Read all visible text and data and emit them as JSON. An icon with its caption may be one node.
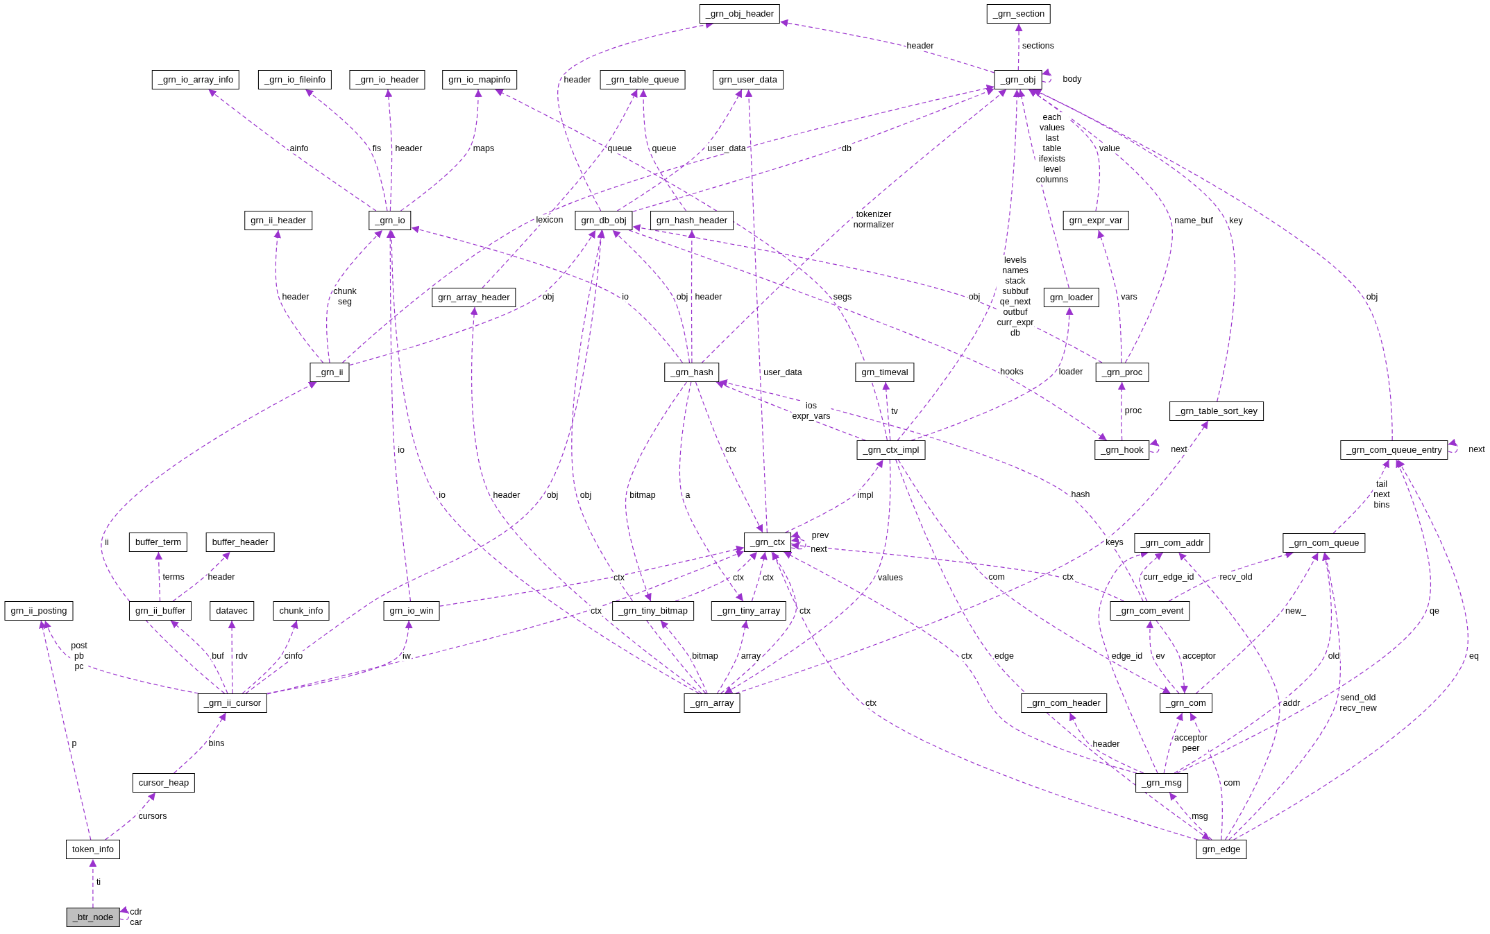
{
  "diagram": {
    "nodes": [
      {
        "text": [
          "_grn_obj_header"
        ]
      },
      {
        "text": [
          "_grn_section"
        ]
      },
      {
        "text": [
          "_grn_io_array_info"
        ]
      },
      {
        "text": [
          "_grn_io_fileinfo"
        ]
      },
      {
        "text": [
          "_grn_io_header"
        ]
      },
      {
        "text": [
          "grn_io_mapinfo"
        ]
      },
      {
        "text": [
          "_grn_table_queue"
        ]
      },
      {
        "text": [
          "grn_user_data"
        ]
      },
      {
        "text": [
          "_grn_obj"
        ]
      },
      {
        "text": [
          "grn_ii_header"
        ]
      },
      {
        "text": [
          "_grn_io"
        ]
      },
      {
        "text": [
          "grn_db_obj"
        ]
      },
      {
        "text": [
          "grn_hash_header"
        ]
      },
      {
        "text": [
          "grn_expr_var"
        ]
      },
      {
        "text": [
          "grn_array_header"
        ]
      },
      {
        "text": [
          "grn_loader"
        ]
      },
      {
        "text": [
          "_grn_ii"
        ]
      },
      {
        "text": [
          "_grn_hash"
        ]
      },
      {
        "text": [
          "grn_timeval"
        ]
      },
      {
        "text": [
          "_grn_proc"
        ]
      },
      {
        "text": [
          "_grn_table_sort_key"
        ]
      },
      {
        "text": [
          "_grn_ctx_impl"
        ]
      },
      {
        "text": [
          "_grn_hook"
        ]
      },
      {
        "text": [
          "_grn_com_queue_entry"
        ]
      },
      {
        "text": [
          "buffer_term"
        ]
      },
      {
        "text": [
          "buffer_header"
        ]
      },
      {
        "text": [
          "_grn_ctx"
        ]
      },
      {
        "text": [
          "_grn_com_addr"
        ]
      },
      {
        "text": [
          "_grn_com_queue"
        ]
      },
      {
        "text": [
          "grn_ii_posting"
        ]
      },
      {
        "text": [
          "grn_ii_buffer"
        ]
      },
      {
        "text": [
          "datavec"
        ]
      },
      {
        "text": [
          "chunk_info"
        ]
      },
      {
        "text": [
          "grn_io_win"
        ]
      },
      {
        "text": [
          "_grn_tiny_bitmap"
        ]
      },
      {
        "text": [
          "_grn_tiny_array"
        ]
      },
      {
        "text": [
          "_grn_com_event"
        ]
      },
      {
        "text": [
          "_grn_ii_cursor"
        ]
      },
      {
        "text": [
          "_grn_array"
        ]
      },
      {
        "text": [
          "_grn_com_header"
        ]
      },
      {
        "text": [
          "_grn_com"
        ]
      },
      {
        "text": [
          "cursor_heap"
        ]
      },
      {
        "text": [
          "_grn_msg"
        ]
      },
      {
        "text": [
          "token_info"
        ]
      },
      {
        "text": [
          "grn_edge"
        ]
      },
      {
        "text": [
          "_btr_node"
        ]
      }
    ],
    "edges": [
      {
        "from": 10,
        "to": 2,
        "arrow": "to",
        "label": "ainfo",
        "style": "dashed"
      },
      {
        "from": 10,
        "to": 3,
        "arrow": "to",
        "label": "fis",
        "style": "dashed"
      },
      {
        "from": 10,
        "to": 4,
        "arrow": "to",
        "label": "header",
        "style": "dashed"
      },
      {
        "from": 10,
        "to": 5,
        "arrow": "to",
        "label": "maps",
        "style": "dashed"
      },
      {
        "from": 8,
        "to": 0,
        "arrow": "to",
        "label": "header",
        "style": "dashed"
      },
      {
        "from": 11,
        "to": 0,
        "arrow": "to",
        "label": "header",
        "style": "dashed"
      },
      {
        "from": 8,
        "to": 1,
        "arrow": "to",
        "label": "sections",
        "style": "dashed"
      },
      {
        "from": 8,
        "to": 8,
        "arrow": "to",
        "label": "body",
        "style": "dashed"
      },
      {
        "from": 21,
        "to": 5,
        "arrow": "to",
        "label": "segs",
        "style": "dashed"
      },
      {
        "from": 14,
        "to": 6,
        "arrow": "to",
        "label": "queue",
        "style": "dashed"
      },
      {
        "from": 12,
        "to": 6,
        "arrow": "to",
        "label": "queue",
        "style": "dashed"
      },
      {
        "from": 11,
        "to": 7,
        "arrow": "to",
        "label": "user_data",
        "style": "dashed"
      },
      {
        "from": 26,
        "to": 7,
        "arrow": "to",
        "label": "user_data",
        "style": "dashed"
      },
      {
        "from": 16,
        "to": 8,
        "arrow": "to",
        "label": "lexicon",
        "style": "dashed"
      },
      {
        "from": 11,
        "to": 8,
        "arrow": "to",
        "label": "db",
        "style": "dashed"
      },
      {
        "from": 17,
        "to": 8,
        "arrow": "to",
        "label": "tokenizer normalizer",
        "style": "dashed"
      },
      {
        "from": 21,
        "to": 8,
        "arrow": "to",
        "label": "levels names stack subbuf qe_next outbuf curr_expr db",
        "style": "dashed"
      },
      {
        "from": 15,
        "to": 8,
        "arrow": "to",
        "label": "each values last table ifexists level columns",
        "style": "dashed"
      },
      {
        "from": 13,
        "to": 8,
        "arrow": "to",
        "label": "value",
        "style": "dashed"
      },
      {
        "from": 19,
        "to": 8,
        "arrow": "to",
        "label": "name_buf",
        "style": "dashed"
      },
      {
        "from": 20,
        "to": 8,
        "arrow": "to",
        "label": "key",
        "style": "dashed"
      },
      {
        "from": 23,
        "to": 8,
        "arrow": "to",
        "label": "obj",
        "style": "dashed"
      },
      {
        "from": 16,
        "to": 9,
        "arrow": "to",
        "label": "header",
        "style": "dashed"
      },
      {
        "from": 16,
        "to": 10,
        "arrow": "to",
        "label": "chunk seg",
        "style": "dashed"
      },
      {
        "from": 17,
        "to": 10,
        "arrow": "to",
        "label": "io",
        "style": "dashed"
      },
      {
        "from": 33,
        "to": 10,
        "arrow": "to",
        "label": "io",
        "style": "dashed"
      },
      {
        "from": 38,
        "to": 10,
        "arrow": "to",
        "label": "io",
        "style": "dashed"
      },
      {
        "from": 16,
        "to": 11,
        "arrow": "to",
        "label": "obj",
        "style": "dashed"
      },
      {
        "from": 17,
        "to": 11,
        "arrow": "to",
        "label": "obj",
        "style": "dashed"
      },
      {
        "from": 19,
        "to": 11,
        "arrow": "to",
        "label": "obj",
        "style": "dashed"
      },
      {
        "from": 37,
        "to": 11,
        "arrow": "to",
        "label": "obj",
        "style": "dashed"
      },
      {
        "from": 38,
        "to": 11,
        "arrow": "to",
        "label": "obj",
        "style": "dashed"
      },
      {
        "from": 17,
        "to": 12,
        "arrow": "to",
        "label": "header",
        "style": "dashed"
      },
      {
        "from": 19,
        "to": 13,
        "arrow": "to",
        "label": "vars",
        "style": "dashed"
      },
      {
        "from": 38,
        "to": 14,
        "arrow": "to",
        "label": "header",
        "style": "dashed"
      },
      {
        "from": 21,
        "to": 15,
        "arrow": "to",
        "label": "loader",
        "style": "dashed"
      },
      {
        "from": 37,
        "to": 16,
        "arrow": "to",
        "label": "ii",
        "style": "dashed"
      },
      {
        "from": 21,
        "to": 17,
        "arrow": "to",
        "label": "ios expr_vars",
        "style": "dashed"
      },
      {
        "from": 36,
        "to": 17,
        "arrow": "to",
        "label": "hash",
        "style": "dashed"
      },
      {
        "from": 21,
        "to": 18,
        "arrow": "to",
        "label": "tv",
        "style": "dashed"
      },
      {
        "from": 22,
        "to": 19,
        "arrow": "to",
        "label": "proc",
        "style": "dashed"
      },
      {
        "from": 38,
        "to": 20,
        "arrow": "to",
        "label": "keys",
        "style": "dashed"
      },
      {
        "from": 26,
        "to": 21,
        "arrow": "to",
        "label": "impl",
        "style": "dashed"
      },
      {
        "from": 11,
        "to": 22,
        "arrow": "to",
        "label": "hooks",
        "style": "dashed"
      },
      {
        "from": 22,
        "to": 22,
        "arrow": "to",
        "label": "next",
        "style": "dashed"
      },
      {
        "from": 23,
        "to": 23,
        "arrow": "to",
        "label": "next",
        "style": "dashed"
      },
      {
        "from": 28,
        "to": 23,
        "arrow": "to",
        "label": "tail next bins",
        "style": "dashed"
      },
      {
        "from": 42,
        "to": 23,
        "arrow": "to",
        "label": "qe",
        "style": "dashed"
      },
      {
        "from": 44,
        "to": 23,
        "arrow": "to",
        "label": "eq",
        "style": "dashed"
      },
      {
        "from": 30,
        "to": 24,
        "arrow": "to",
        "label": "terms",
        "style": "dashed"
      },
      {
        "from": 30,
        "to": 25,
        "arrow": "to",
        "label": "header",
        "style": "dashed"
      },
      {
        "from": 26,
        "to": 26,
        "arrow": "to",
        "label": "prev",
        "style": "dashed"
      },
      {
        "from": 26,
        "to": 26,
        "arrow": "to",
        "label": "next",
        "style": "dashed"
      },
      {
        "from": 33,
        "to": 26,
        "arrow": "to",
        "label": "ctx",
        "style": "dashed"
      },
      {
        "from": 37,
        "to": 26,
        "arrow": "to",
        "label": "ctx",
        "style": "dashed"
      },
      {
        "from": 34,
        "to": 26,
        "arrow": "to",
        "label": "ctx",
        "style": "dashed"
      },
      {
        "from": 35,
        "to": 26,
        "arrow": "to",
        "label": "ctx",
        "style": "dashed"
      },
      {
        "from": 38,
        "to": 26,
        "arrow": "to",
        "label": "ctx",
        "style": "dashed"
      },
      {
        "from": 17,
        "to": 26,
        "arrow": "to",
        "label": "ctx",
        "style": "dashed"
      },
      {
        "from": 42,
        "to": 26,
        "arrow": "to",
        "label": "ctx",
        "style": "dashed"
      },
      {
        "from": 44,
        "to": 26,
        "arrow": "to",
        "label": "ctx",
        "style": "dashed"
      },
      {
        "from": 36,
        "to": 26,
        "arrow": "to",
        "label": "ctx",
        "style": "dashed"
      },
      {
        "from": 36,
        "to": 27,
        "arrow": "to",
        "label": "curr_edge_id",
        "style": "dashed"
      },
      {
        "from": 42,
        "to": 27,
        "arrow": "to",
        "label": "edge_id",
        "style": "dashed"
      },
      {
        "from": 44,
        "to": 27,
        "arrow": "to",
        "label": "addr",
        "style": "dashed"
      },
      {
        "from": 36,
        "to": 28,
        "arrow": "to",
        "label": "recv_old",
        "style": "dashed"
      },
      {
        "from": 40,
        "to": 28,
        "arrow": "to",
        "label": "new_",
        "style": "dashed"
      },
      {
        "from": 42,
        "to": 28,
        "arrow": "to",
        "label": "old",
        "style": "dashed"
      },
      {
        "from": 44,
        "to": 28,
        "arrow": "to",
        "label": "send_old recv_new",
        "style": "dashed"
      },
      {
        "from": 37,
        "to": 29,
        "arrow": "to",
        "label": "post pb pc",
        "style": "dashed"
      },
      {
        "from": 43,
        "to": 29,
        "arrow": "to",
        "label": "p",
        "style": "dashed"
      },
      {
        "from": 37,
        "to": 30,
        "arrow": "to",
        "label": "buf",
        "style": "dashed"
      },
      {
        "from": 37,
        "to": 31,
        "arrow": "to",
        "label": "rdv",
        "style": "dashed"
      },
      {
        "from": 37,
        "to": 32,
        "arrow": "to",
        "label": "cinfo",
        "style": "dashed"
      },
      {
        "from": 37,
        "to": 33,
        "arrow": "to",
        "label": "iw",
        "style": "dashed"
      },
      {
        "from": 17,
        "to": 34,
        "arrow": "to",
        "label": "bitmap",
        "style": "dashed"
      },
      {
        "from": 38,
        "to": 34,
        "arrow": "to",
        "label": "bitmap",
        "style": "dashed"
      },
      {
        "from": 17,
        "to": 35,
        "arrow": "to",
        "label": "a",
        "style": "dashed"
      },
      {
        "from": 38,
        "to": 35,
        "arrow": "to",
        "label": "array",
        "style": "dashed"
      },
      {
        "from": 40,
        "to": 36,
        "arrow": "to",
        "label": "ev",
        "style": "dashed"
      },
      {
        "from": 21,
        "to": 38,
        "arrow": "to",
        "label": "values",
        "style": "dashed"
      },
      {
        "from": 36,
        "to": 40,
        "arrow": "to",
        "label": "acceptor",
        "style": "dashed"
      },
      {
        "from": 21,
        "to": 40,
        "arrow": "to",
        "label": "com",
        "style": "dashed"
      },
      {
        "from": 42,
        "to": 40,
        "arrow": "to",
        "label": "acceptor peer",
        "style": "dashed"
      },
      {
        "from": 44,
        "to": 40,
        "arrow": "to",
        "label": "com",
        "style": "dashed"
      },
      {
        "from": 42,
        "to": 39,
        "arrow": "to",
        "label": "header",
        "style": "dashed"
      },
      {
        "from": 41,
        "to": 37,
        "arrow": "to",
        "label": "bins",
        "style": "dashed"
      },
      {
        "from": 44,
        "to": 42,
        "arrow": "to",
        "label": "msg",
        "style": "dashed"
      },
      {
        "from": 45,
        "to": 43,
        "arrow": "to",
        "label": "ti",
        "style": "dashed"
      },
      {
        "from": 43,
        "to": 41,
        "arrow": "to",
        "label": "cursors",
        "style": "dashed"
      },
      {
        "from": 45,
        "to": 45,
        "arrow": "to",
        "label": "cdr car",
        "style": "dashed"
      },
      {
        "from": 21,
        "to": 44,
        "arrow": "to",
        "label": "edge",
        "style": "dashed"
      }
    ]
  }
}
